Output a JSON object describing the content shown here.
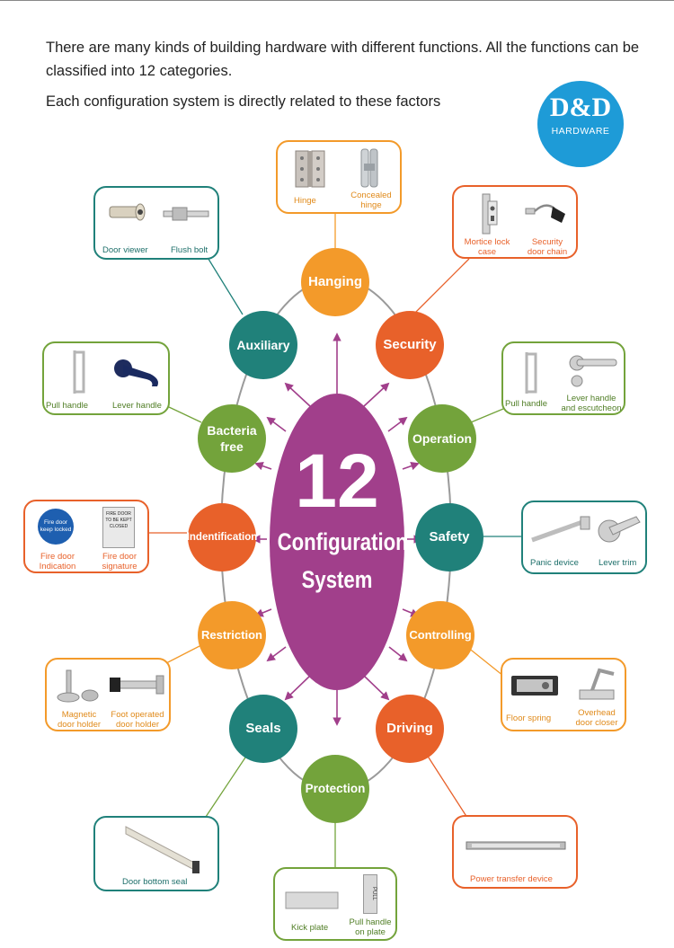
{
  "intro_text": "There are many kinds of building hardware with different functions. All the functions can be classified into 12 categories.",
  "factors_text": "Each configuration system is directly related to these factors",
  "logo": {
    "line1": "D&D",
    "line2": "HARDWARE",
    "color": "#1e9bd7"
  },
  "center": {
    "number": "12",
    "line1": "Configuration",
    "line2": "System",
    "color": "#a13f8b"
  },
  "colors": {
    "green": "#73a33b",
    "orange": "#e8612a",
    "amber": "#f39a2a",
    "teal": "#20817a",
    "ring": "#9a9a9a"
  },
  "categories": {
    "hanging": "Hanging",
    "security": "Security",
    "operation": "Operation",
    "safety": "Safety",
    "controlling": "Controlling",
    "driving": "Driving",
    "protection": "Protection",
    "seals": "Seals",
    "restriction": "Restriction",
    "identification": "Indentification",
    "bacteria_1": "Bacteria",
    "bacteria_2": "free",
    "auxiliary": "Auxiliary"
  },
  "products": {
    "hinge": "Hinge",
    "concealed_hinge_1": "Concealed",
    "concealed_hinge_2": "hinge",
    "mortice_1": "Mortice lock",
    "mortice_2": "case",
    "chain_1": "Security",
    "chain_2": "door chain",
    "door_viewer": "Door viewer",
    "flush_bolt": "Flush bolt",
    "pull_handle_l": "Pull handle",
    "lever_handle_l": "Lever handle",
    "pull_handle_r": "Pull handle",
    "lever_esc_1": "Lever handle",
    "lever_esc_2": "and escutcheon",
    "fire_ind_1": "Fire door",
    "fire_ind_2": "Indication",
    "fire_sig_1": "Fire door",
    "fire_sig_2": "signature",
    "sign_circle_1": "Fire door",
    "sign_circle_2": "keep locked",
    "sign_rect_1": "FIRE DOOR",
    "sign_rect_2": "TO BE KEPT",
    "sign_rect_3": "CLOSED",
    "panic_device": "Panic device",
    "lever_trim": "Lever trim",
    "magnetic_1": "Magnetic",
    "magnetic_2": "door holder",
    "foot_1": "Foot operated",
    "foot_2": "door holder",
    "floor_spring": "Floor spring",
    "overhead_1": "Overhead",
    "overhead_2": "door closer",
    "door_bottom_seal": "Door bottom seal",
    "power_transfer": "Power transfer device",
    "kick_plate": "Kick plate",
    "pull_plate_1": "Pull handle",
    "pull_plate_2": "on plate",
    "pull_plate_label": "PULL"
  }
}
